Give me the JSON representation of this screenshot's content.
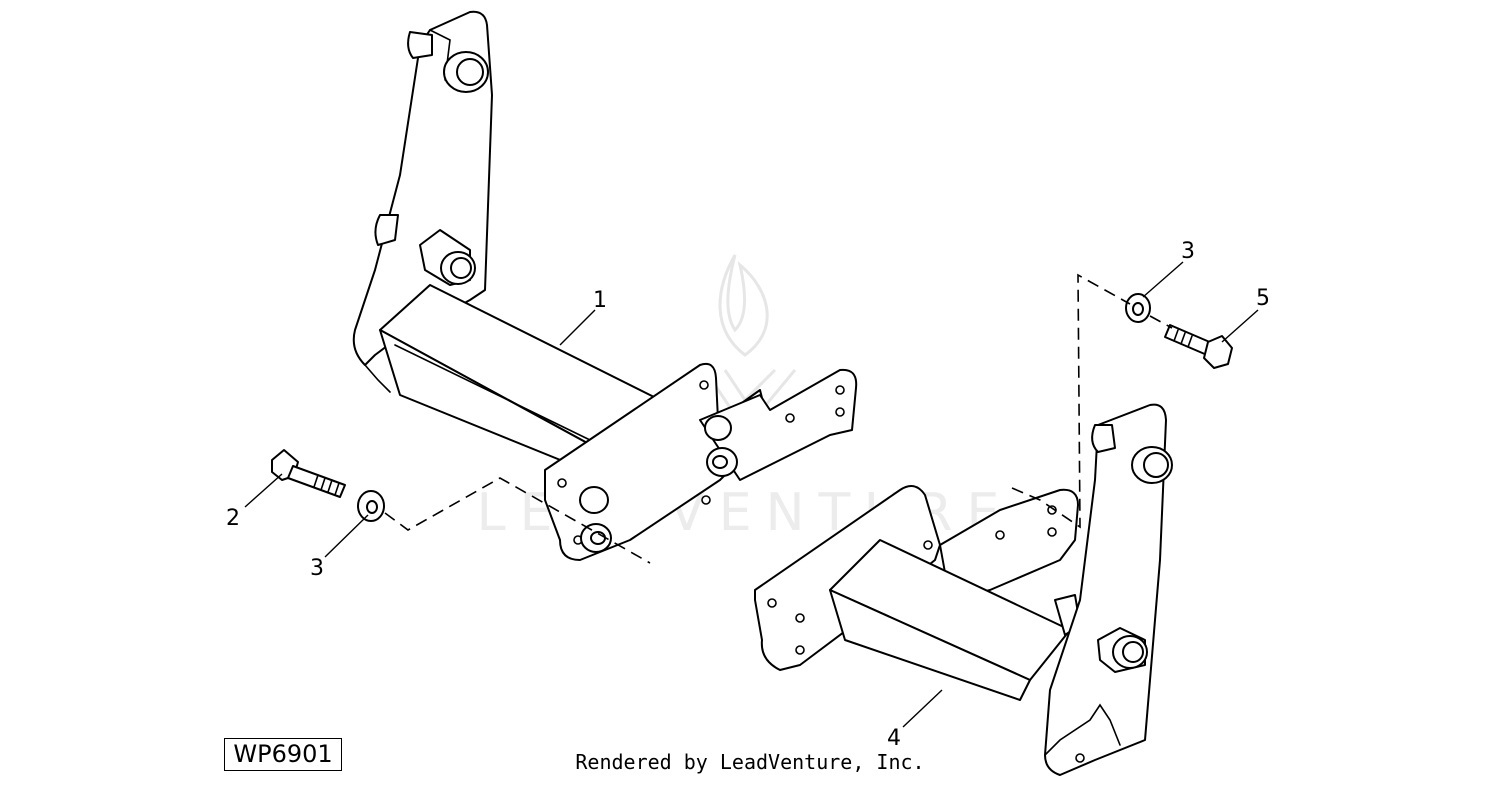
{
  "diagram": {
    "callouts": {
      "c1": "1",
      "c2": "2",
      "c3a": "3",
      "c3b": "3",
      "c4": "4",
      "c5": "5"
    },
    "reference_code": "WP6901",
    "credit": "Rendered by LeadVenture, Inc.",
    "watermark": "LEADVENTURE"
  }
}
